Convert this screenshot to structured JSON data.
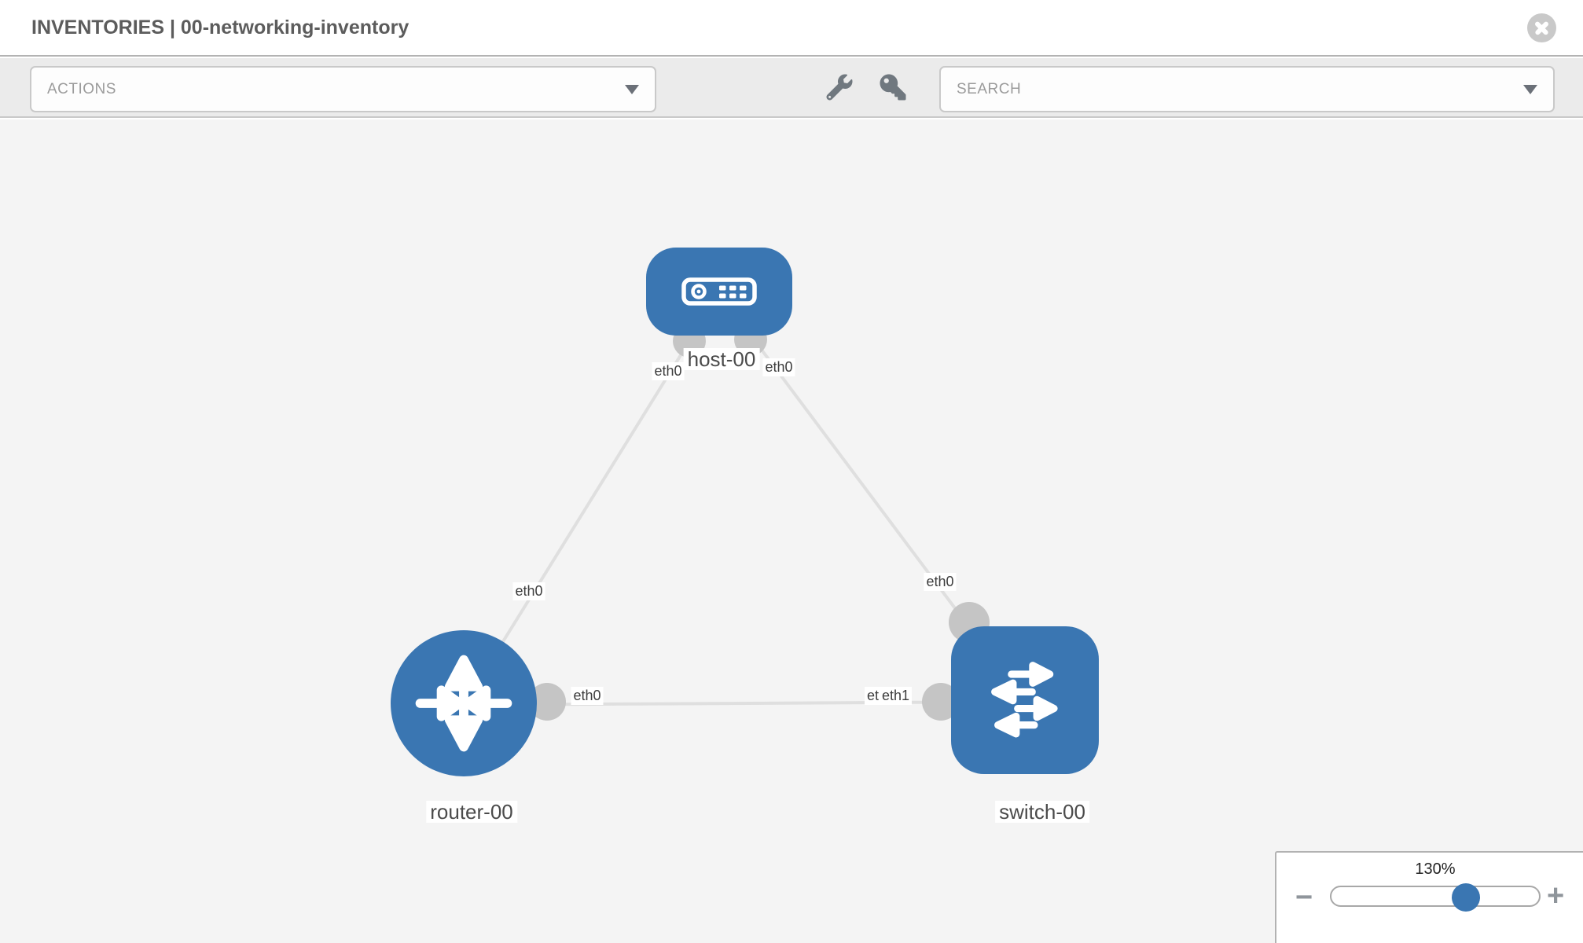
{
  "header": {
    "title": "INVENTORIES | 00-networking-inventory"
  },
  "toolbar": {
    "actions_label": "ACTIONS",
    "search_label": "SEARCH"
  },
  "topology": {
    "nodes": [
      {
        "id": "host-00",
        "type": "host",
        "label": "host-00"
      },
      {
        "id": "router-00",
        "type": "router",
        "label": "router-00"
      },
      {
        "id": "switch-00",
        "type": "switch",
        "label": "switch-00"
      }
    ],
    "links": [
      {
        "from": "host-00",
        "to": "router-00",
        "from_interface": "eth0",
        "to_interface": "eth0"
      },
      {
        "from": "host-00",
        "to": "switch-00",
        "from_interface": "eth0",
        "to_interface": "eth0"
      },
      {
        "from": "router-00",
        "to": "switch-00",
        "from_interface": "eth0",
        "to_interface": "eth1",
        "overlapped_interface_label": "eth0"
      }
    ]
  },
  "zoom_control": {
    "level": "130%",
    "zoom_out": "−",
    "zoom_in": "+"
  },
  "colors": {
    "node_blue": "#3a76b2",
    "link_gray": "#dfdfdf",
    "endpoint_gray": "#c5c5c5",
    "toolbar_bg": "#ebebeb",
    "canvas_bg": "#f4f4f4"
  }
}
